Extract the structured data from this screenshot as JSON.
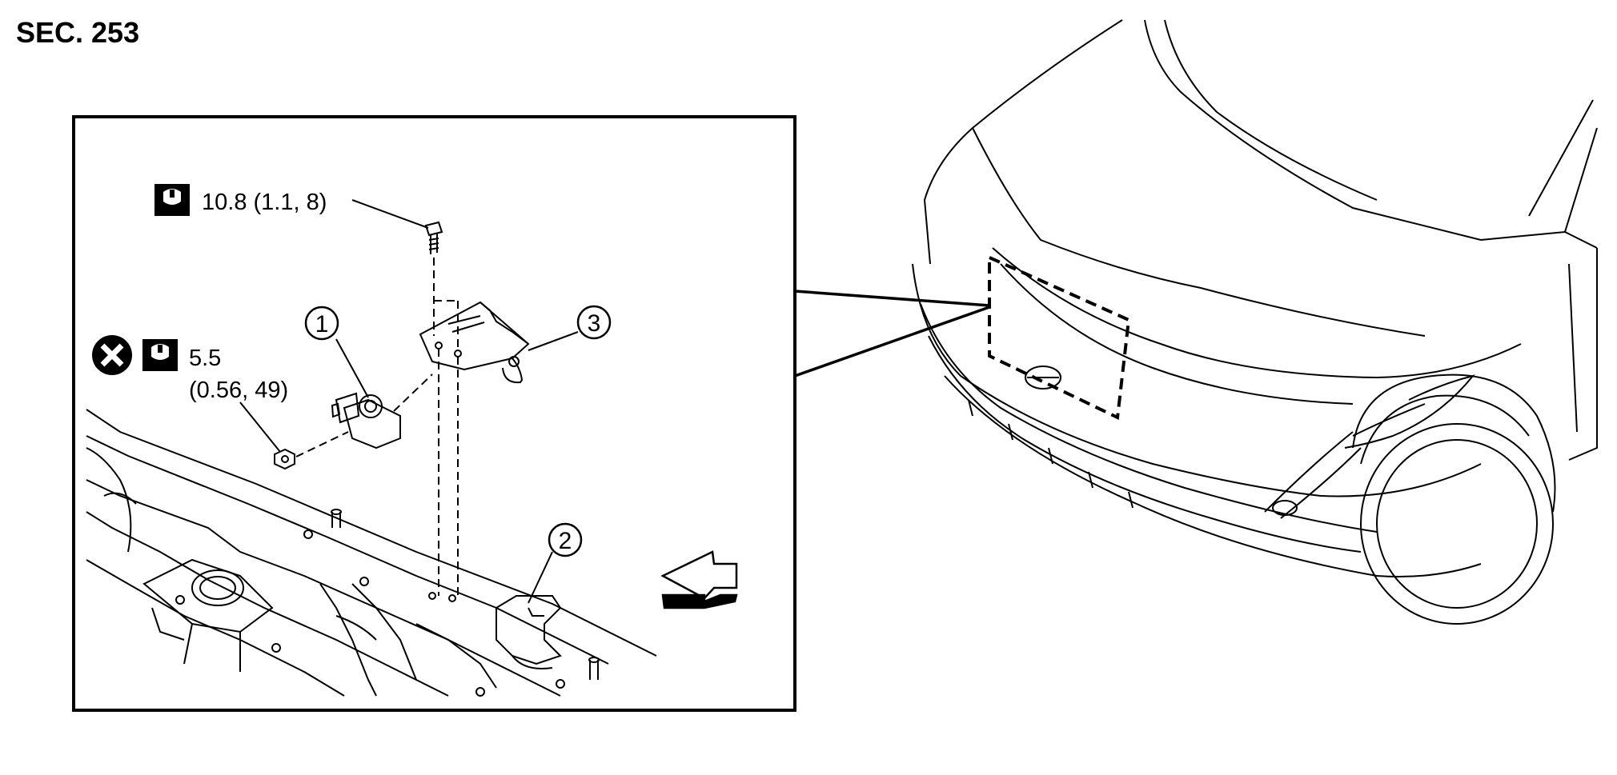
{
  "section": {
    "title": "SEC. 253"
  },
  "callouts": [
    {
      "number": "1"
    },
    {
      "number": "2"
    },
    {
      "number": "3"
    }
  ],
  "torque_specs": {
    "bolt": {
      "value": "10.8 (1.1, 8)",
      "icon": "torque-wrench-icon"
    },
    "nut": {
      "line1": "5.5",
      "line2": "(0.56, 49)",
      "icons": [
        "do-not-reuse-icon",
        "torque-wrench-icon"
      ]
    }
  },
  "front_direction": {
    "icon": "vehicle-front-arrow-icon"
  }
}
